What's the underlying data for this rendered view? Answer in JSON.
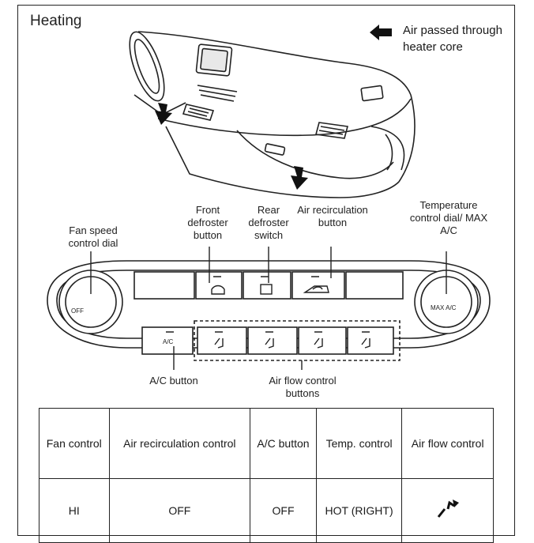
{
  "title": "Heating",
  "legend": {
    "icon": "black-left-arrow-icon",
    "text": "Air passed through heater core"
  },
  "labels": {
    "fan_dial": "Fan speed control dial",
    "front_defroster": "Front defroster button",
    "rear_defroster": "Rear defroster switch",
    "recirc": "Air recirculation button",
    "temp_dial": "Temperature control dial/ MAX A/C",
    "ac_button": "A/C button",
    "airflow_buttons": "Air flow control buttons"
  },
  "panel": {
    "fan_off": "OFF",
    "max_ac": "MAX A/C",
    "ac": "A/C"
  },
  "table": {
    "headers": [
      "Fan control",
      "Air recirculation control",
      "A/C button",
      "Temp. control",
      "Air flow control"
    ],
    "values": [
      "HI",
      "OFF",
      "OFF",
      "HOT (RIGHT)",
      "floor-airflow-icon"
    ]
  }
}
